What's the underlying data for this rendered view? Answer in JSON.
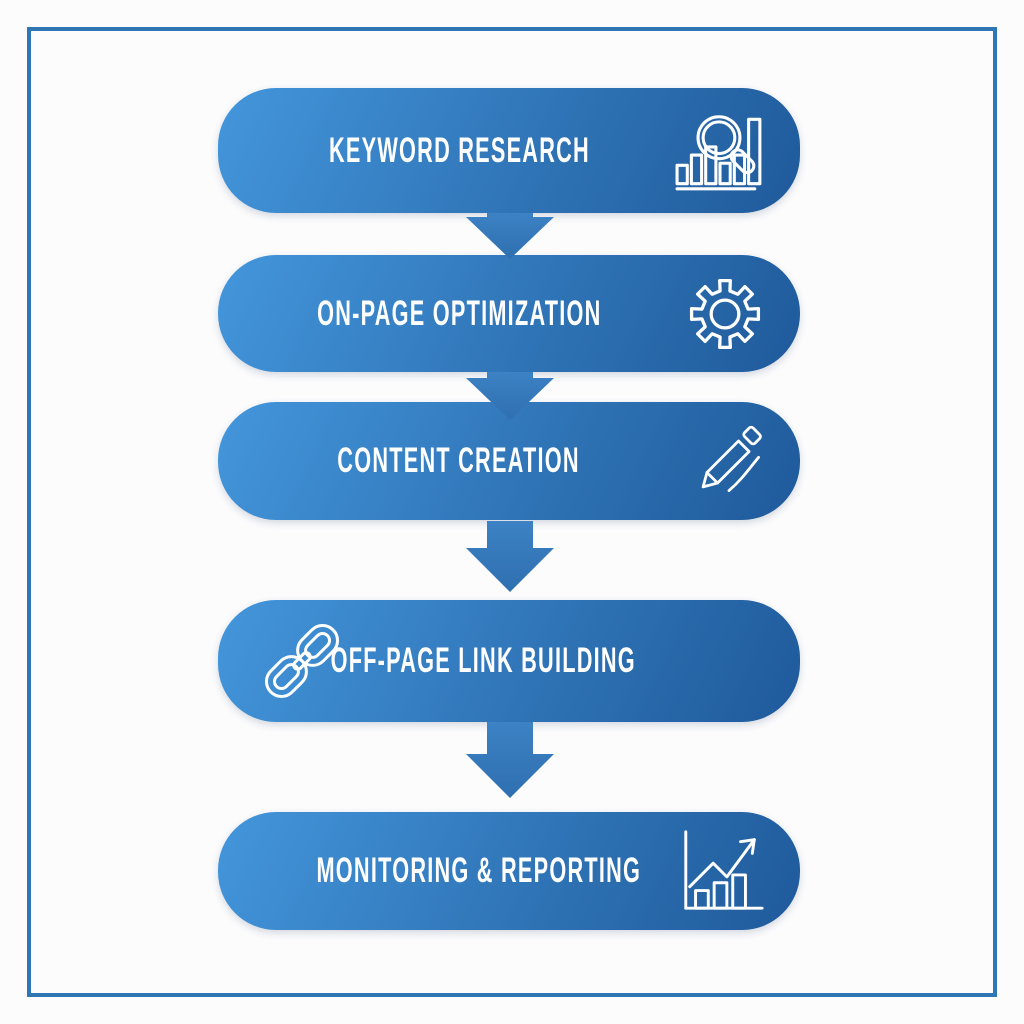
{
  "page": {
    "background": "#fcfcfd",
    "frame_border_color": "#2f76b6"
  },
  "diagram": {
    "type": "flowchart",
    "direction": "top-down",
    "steps": [
      {
        "label": "KEYWORD RESEARCH",
        "icon": "magnifier-bar-chart",
        "icon_side": "right"
      },
      {
        "label": "ON-PAGE OPTIMIZATION",
        "icon": "gear",
        "icon_side": "right"
      },
      {
        "label": "CONTENT CREATION",
        "icon": "pencil",
        "icon_side": "right"
      },
      {
        "label": "OFF-PAGE LINK BUILDING",
        "icon": "chain-link",
        "icon_side": "left"
      },
      {
        "label": "MONITORING & REPORTING",
        "icon": "bar-chart-trend-arrow",
        "icon_side": "right"
      }
    ],
    "connectors": [
      {
        "from": 0,
        "to": 1
      },
      {
        "from": 1,
        "to": 2
      },
      {
        "from": 2,
        "to": 3
      },
      {
        "from": 3,
        "to": 4
      }
    ],
    "colors": {
      "pill_gradient_start": "#4496dc",
      "pill_gradient_mid": "#2f74b6",
      "pill_gradient_end": "#1f5a9b",
      "arrow_start": "#3c82c4",
      "arrow_end": "#2f6fb0",
      "text": "#ffffff",
      "icon_stroke": "#ffffff"
    }
  }
}
